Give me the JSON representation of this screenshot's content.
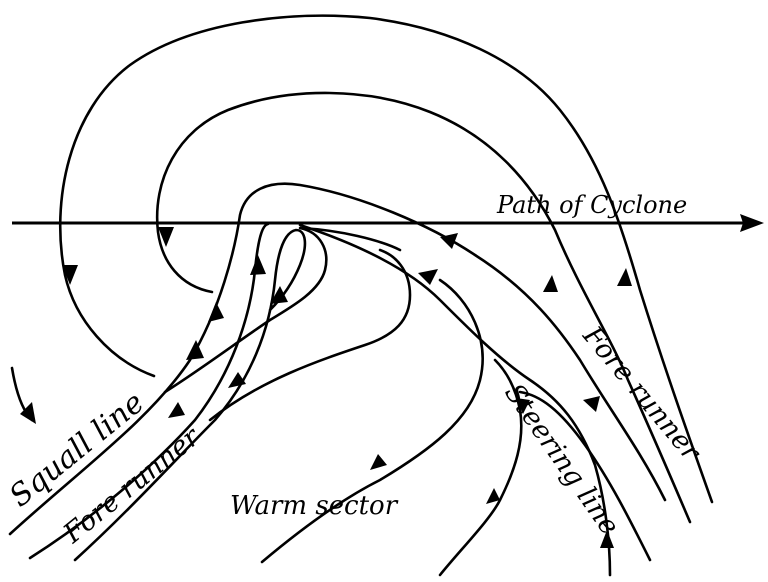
{
  "labels": {
    "path_of_cyclone": "Path of Cyclone",
    "squall_line": "Squall line",
    "fore_runner_left": "Fore runner",
    "fore_runner_right": "Fore runner",
    "warm_sector": "Warm sector",
    "steering_line": "Steering line"
  },
  "colors": {
    "ink": "#000000",
    "paper": "#ffffff"
  }
}
